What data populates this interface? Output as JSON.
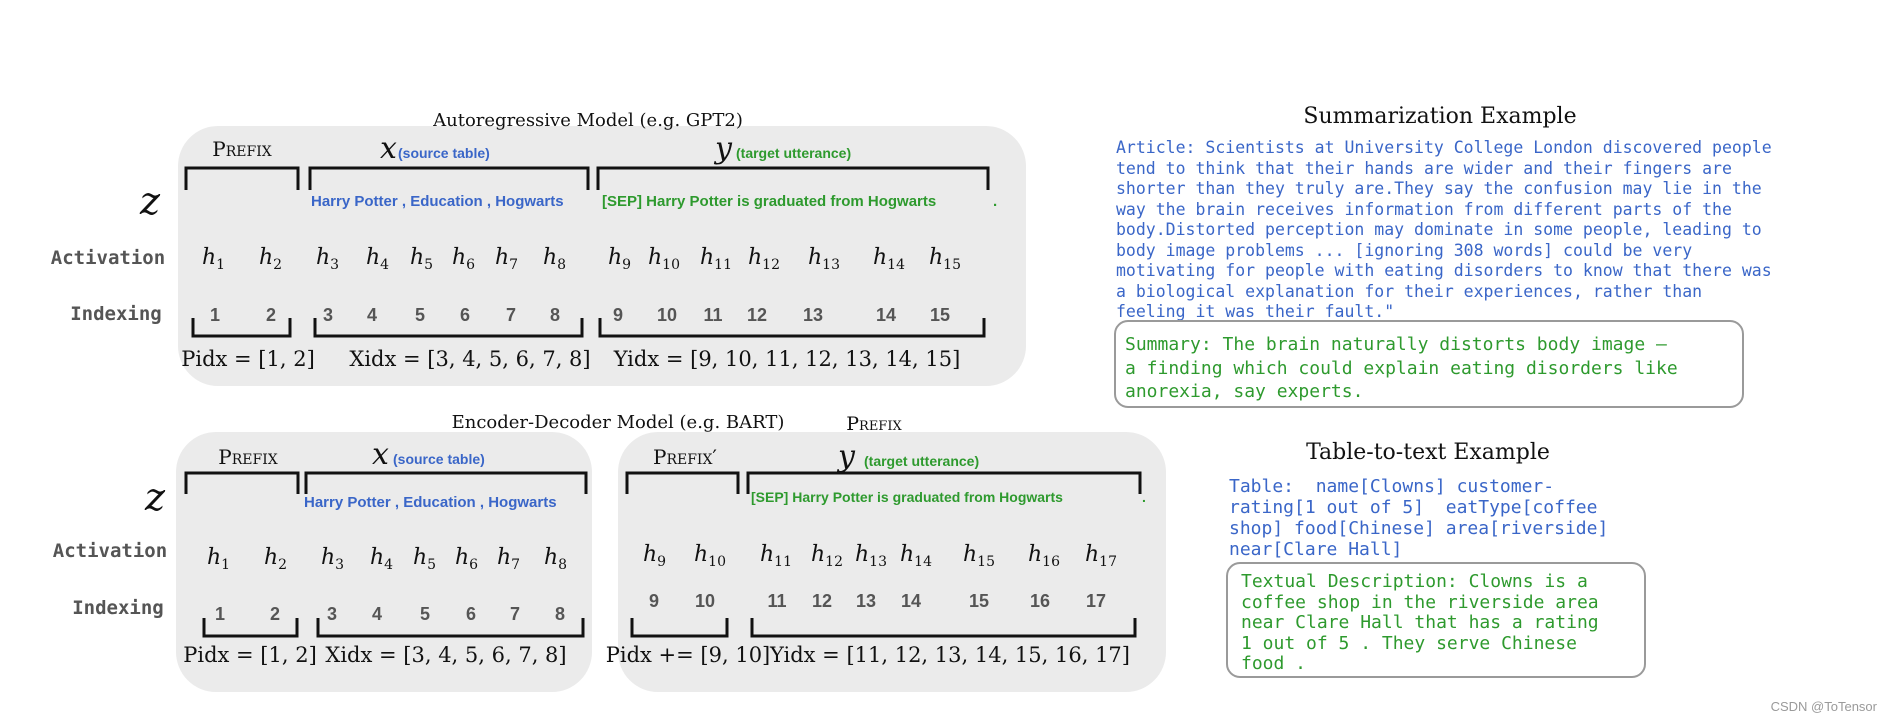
{
  "models": {
    "autoregressive": {
      "title": "Autoregressive  Model  (e.g. GPT2)",
      "prefix_label": "Prefix",
      "x_var": "x",
      "x_note": "(source table)",
      "y_var": "y",
      "y_note": "(target utterance)",
      "z_var": "z",
      "activation_label": "Activation",
      "indexing_label": "Indexing",
      "source_tokens": "Harry  Potter  , Education ,  Hogwarts",
      "target_tokens": "[SEP]  Harry  Potter   is  graduated  from  Hogwarts",
      "target_end_dot": ".",
      "activations": [
        "h1",
        "h2",
        "h3",
        "h4",
        "h5",
        "h6",
        "h7",
        "h8",
        "h9",
        "h10",
        "h11",
        "h12",
        "h13",
        "h14",
        "h15"
      ],
      "indices": [
        "1",
        "2",
        "3",
        "4",
        "5",
        "6",
        "7",
        "8",
        "9",
        "10",
        "11",
        "12",
        "13",
        "14",
        "15"
      ],
      "p_idx": "Pidx = [1, 2]",
      "x_idx": "Xidx = [3, 4, 5, 6, 7, 8]",
      "y_idx": "Yidx = [9, 10, 11, 12, 13, 14, 15]"
    },
    "encoder_decoder": {
      "title": "Encoder-Decoder Model  (e.g. BART)",
      "prefix_heading": "Prefix",
      "prefix_label": "Prefix",
      "prefix2_label": "Prefix′",
      "x_var": "x",
      "x_note": "(source table)",
      "y_var": "y",
      "y_note": "(target utterance)",
      "z_var": "z",
      "activation_label": "Activation",
      "indexing_label": "Indexing",
      "source_tokens": "Harry  Potter  , Education ,  Hogwarts",
      "target_tokens": "[SEP]  Harry  Potter   is  graduated  from  Hogwarts",
      "target_end_dot": ".",
      "enc_activations": [
        "h1",
        "h2",
        "h3",
        "h4",
        "h5",
        "h6",
        "h7",
        "h8"
      ],
      "enc_indices": [
        "1",
        "2",
        "3",
        "4",
        "5",
        "6",
        "7",
        "8"
      ],
      "dec_activations": [
        "h9",
        "h10",
        "h11",
        "h12",
        "h13",
        "h14",
        "h15",
        "h16",
        "h17"
      ],
      "dec_indices": [
        "9",
        "10",
        "11",
        "12",
        "13",
        "14",
        "15",
        "16",
        "17"
      ],
      "p_idx": "Pidx = [1, 2]",
      "x_idx": "Xidx = [3, 4, 5, 6, 7, 8]",
      "p2_idx": "Pidx += [9, 10]",
      "y_idx": "Yidx = [11, 12, 13, 14, 15, 16, 17]"
    }
  },
  "summarization": {
    "title": "Summarization Example",
    "article": "Article: Scientists at University College London discovered people\ntend to think that their hands are wider and their fingers are\nshorter than they truly are.They say the confusion may lie in the\nway the brain receives information from different parts of the\nbody.Distorted perception may dominate in some people, leading to\nbody image problems ... [ignoring 308 words] could be very\nmotivating for people with eating disorders to know that there was\na biological explanation for their experiences, rather than\nfeeling it was their fault.\"",
    "summary": "Summary: The brain naturally distorts body image –\na finding which could explain eating disorders like\nanorexia, say experts."
  },
  "table_to_text": {
    "title": "Table-to-text Example",
    "table": "Table:  name[Clowns] customer-\nrating[1 out of 5]  eatType[coffee\nshop] food[Chinese] area[riverside]\nnear[Clare Hall]",
    "description": "Textual Description: Clowns is a\ncoffee shop in the riverside area\nnear Clare Hall that has a rating\n1 out of 5 . They serve Chinese\nfood ."
  },
  "watermark": "CSDN @ToTensor",
  "colors": {
    "source_blue": "#3a66c8",
    "target_green": "#2e9a2e",
    "panel_gray": "#ebebeb",
    "label_gray": "#555555"
  }
}
